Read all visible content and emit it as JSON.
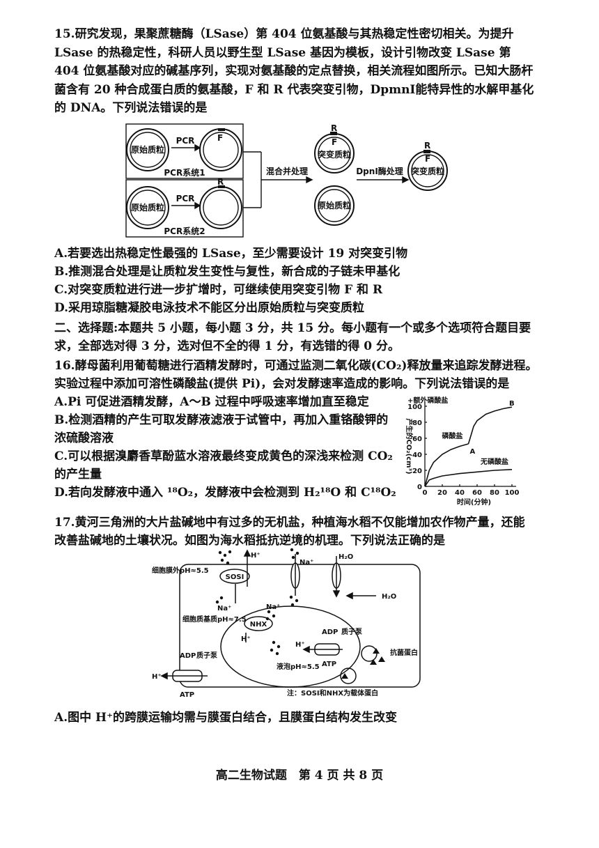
{
  "q15": {
    "stem": "15.研究发现，果聚蔗糖酶（LSase）第 404 位氨基酸与其热稳定性密切相关。为提升 LSase 的热稳定性，科研人员以野生型 LSase 基因为模板，设计引物改变 LSase 第 404 位氨基酸对应的碱基序列，实现对氨基酸的定点替换，相关流程如图所示。已知大肠杆菌含有 20 种合成蛋白质的氨基酸，F 和 R 代表突变引物，DpmnⅠ能特异性的水解甲基化的 DNA。下列说法错误的是",
    "diagram": {
      "original_plasmid": "原始质粒",
      "pcr": "PCR",
      "system1": "PCR系统1",
      "system2": "PCR系统2",
      "primer_f": "F",
      "primer_r": "R",
      "mix": "混合并处理",
      "mutant_plasmid": "突变质粒",
      "dpn": "DpnⅠ酶处理"
    },
    "options": [
      "A.若要选出热稳定性最强的 LSase，至少需要设计 19 对突变引物",
      "B.推测混合处理是让质粒发生变性与复性，新合成的子链未甲基化",
      "C.对突变质粒进行进一步扩增时，可继续使用突变引物 F 和 R",
      "D.采用琼脂糖凝胶电泳技术不能区分出原始质粒与突变质粒"
    ]
  },
  "section2": {
    "line1": "二、选择题:本题共 5 小题，每小题 3 分，共 15 分。每小题有一个或多个选项符合题目要",
    "line2": "求，全部选对得 3 分，选对但不全的得 1 分，有选错的得 0 分。"
  },
  "q16": {
    "line1": "16.酵母菌利用葡萄糖进行酒精发酵时，可通过监测二氧化碳(CO₂)释放量来追踪发酵进程。",
    "line2": "实验过程中添加可溶性磷酸盐(提供 Pi)，会对发酵速率造成的影响。下列说法错误的是",
    "optA": "A.Pi 可促进酒精发酵，A～B 过程中呼吸速率增加直至稳定",
    "optB1": "B.检测酒精的产生可取发酵液滤液于试管中，再加入重铬酸钾的",
    "optB2": "浓硫酸溶液",
    "optC1": "C.可以根据溴麝香草酚蓝水溶液最终变成黄色的深浅来检测 CO₂",
    "optC2": "的产生量",
    "optD": "D.若向发酵液中通入 ¹⁸O₂，发酵液中会检测到 H₂¹⁸O 和 C¹⁸O₂"
  },
  "chart_data": {
    "type": "line",
    "ylabel": "产生的CO₂(cm³)",
    "xlabel": "时间(分钟)",
    "x_ticks": [
      0,
      20,
      40,
      60,
      80,
      100
    ],
    "y_ticks": [
      0,
      20,
      40,
      60,
      80,
      100
    ],
    "xlim": [
      0,
      100
    ],
    "ylim": [
      0,
      100
    ],
    "series": [
      {
        "name": "磷酸盐",
        "x": [
          0,
          5,
          10,
          20,
          30,
          40,
          50
        ],
        "y": [
          0,
          20,
          30,
          40,
          46,
          50,
          53
        ]
      },
      {
        "name": "+额外磷酸盐",
        "x": [
          50,
          53,
          56,
          60,
          70,
          80,
          90,
          100
        ],
        "y": [
          53,
          64,
          75,
          82,
          90,
          94,
          97,
          99
        ]
      },
      {
        "name": "无磷酸盐",
        "x": [
          0,
          5,
          10,
          20,
          40,
          60,
          80,
          100
        ],
        "y": [
          0,
          8,
          10,
          13,
          16,
          18,
          20,
          21
        ]
      }
    ],
    "points": [
      {
        "label": "A",
        "x": 50,
        "y": 53
      },
      {
        "label": "B",
        "x": 100,
        "y": 99
      }
    ]
  },
  "q17": {
    "line1": "17.黄河三角洲的大片盐碱地中有过多的无机盐，种植海水稻不仅能增加农作物产量，还能",
    "line2": "改善盐碱地的土壤状况。如图为海水稻抵抗逆境的机理。下列说法正确的是",
    "diagram": {
      "outside_ph": "细胞膜外pH≈5.5",
      "sosi": "SOSI",
      "h_plus": "H⁺",
      "na_plus": "Na⁺",
      "h2o": "H₂O",
      "cytosol_ph": "细胞质基质pH≈7.5",
      "nhx": "NHX",
      "adp": "ADP",
      "atp": "ATP",
      "proton_pump": "质子泵",
      "vacuole_ph": "液泡pH≈5.5",
      "antibacterial": "抗菌蛋白",
      "note": "注：SOSI和NHX为载体蛋白"
    },
    "optA": "A.图中 H⁺的跨膜运输均需与膜蛋白结合，且膜蛋白结构发生改变"
  },
  "footer": "高二生物试题　第 4 页 共 8 页"
}
